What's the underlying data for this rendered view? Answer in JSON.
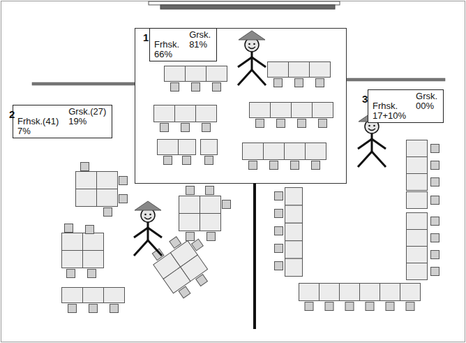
{
  "diagram": {
    "nodes": [
      {
        "text": [
          "1",
          "Grsk.",
          "Frhsk.",
          "81%",
          "66%"
        ]
      },
      {
        "text": [
          "2",
          "Grsk.(27)",
          "Frhsk.(41)",
          "19%",
          "7%"
        ]
      },
      {
        "text": [
          "3",
          "Grsk.",
          "Frhsk.",
          "00%",
          "17+10%"
        ]
      }
    ]
  }
}
